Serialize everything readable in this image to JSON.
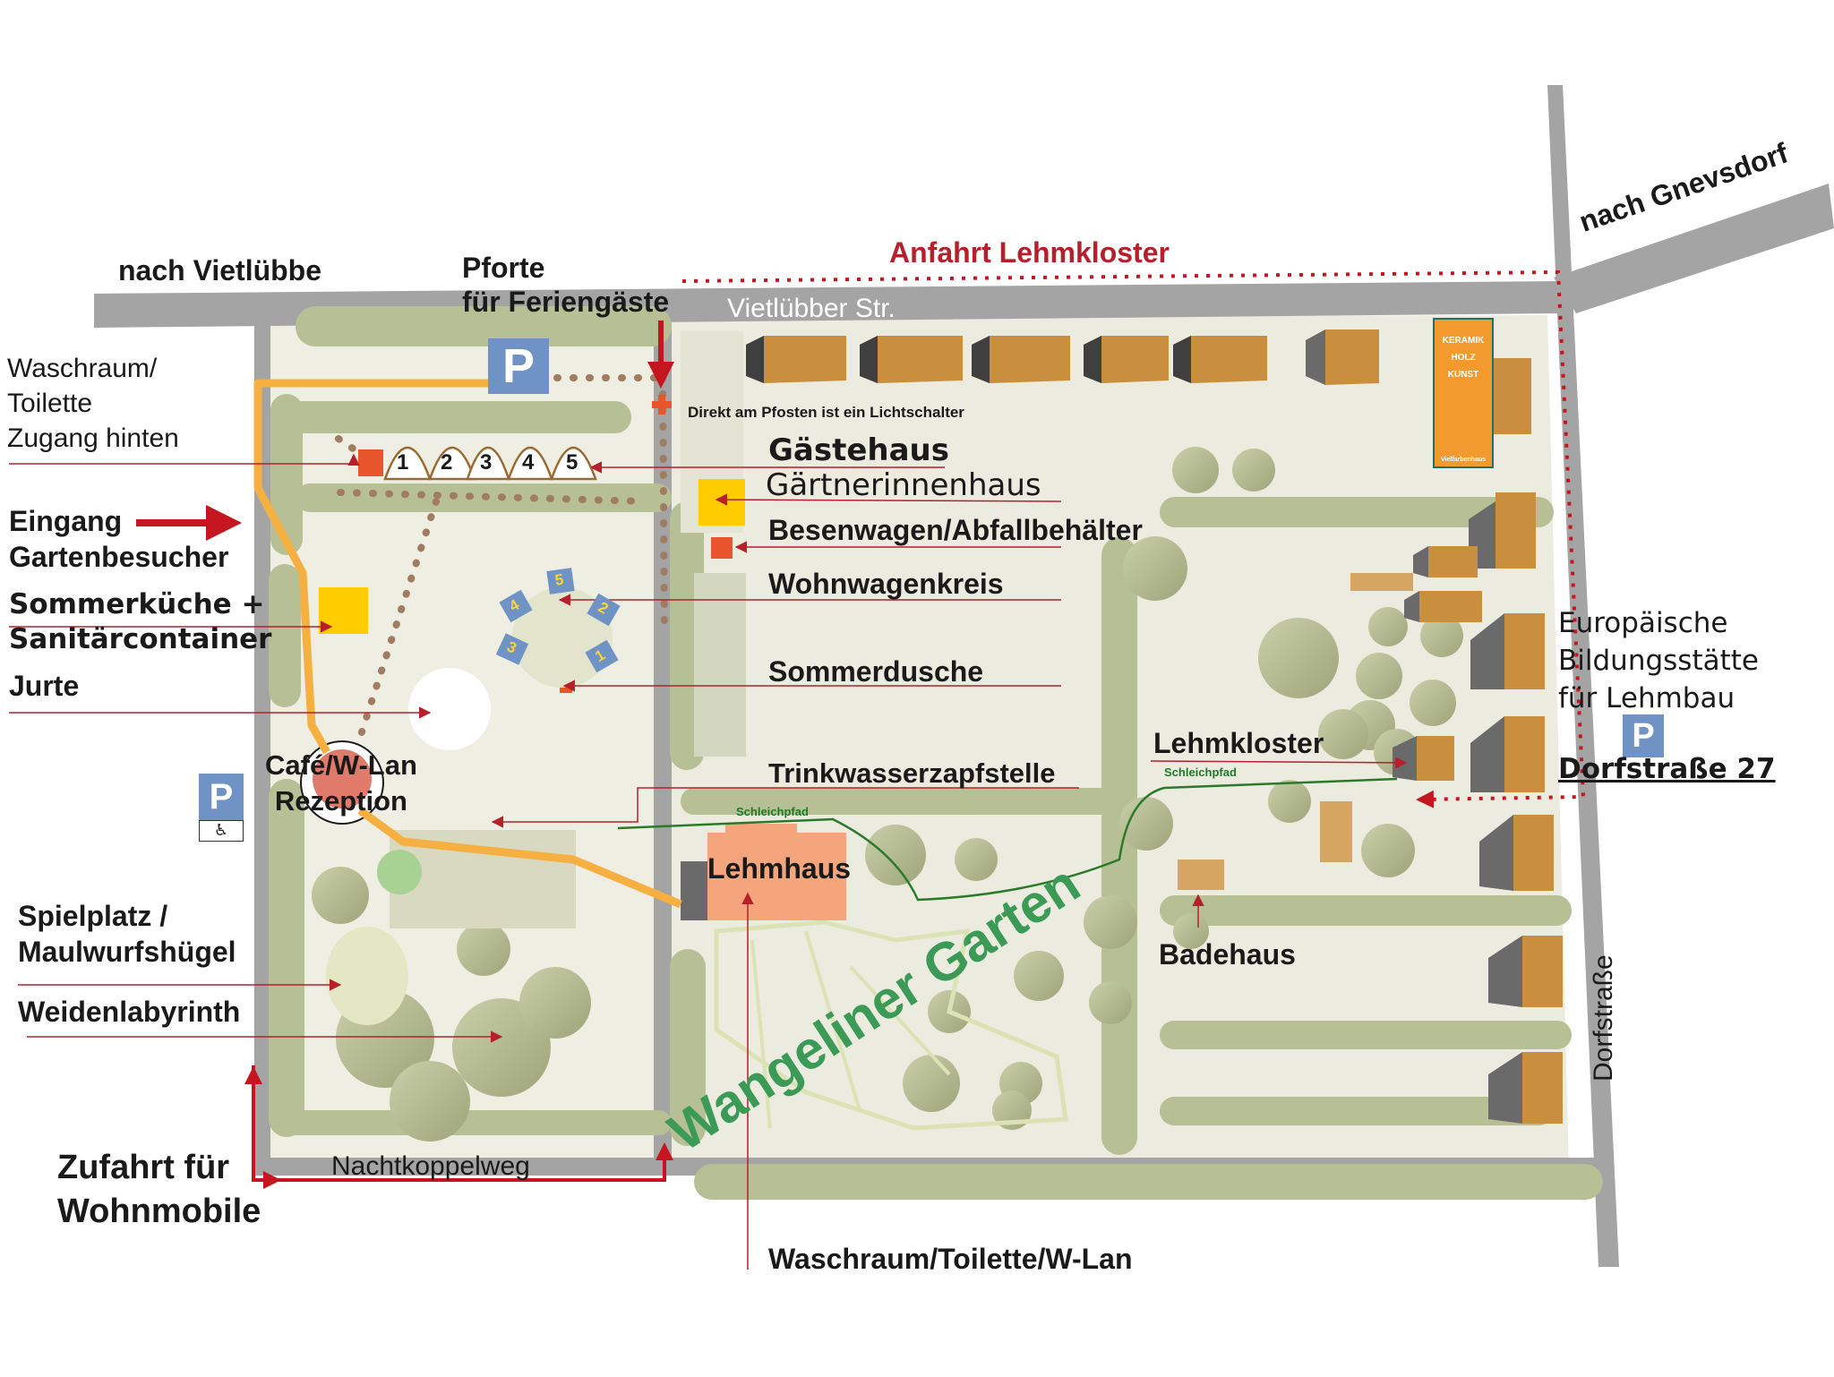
{
  "labels": {
    "nach_vietluebbe": "nach Vietlübbe",
    "pforte": "Pforte\nfür Feriengäste",
    "anfahrt": "Anfahrt Lehmkloster",
    "nach_gnevsdorf": "nach Gnevsdorf",
    "vietluebber_str": "Vietlübber Str.",
    "waschraum_hinten": "Waschraum/\nToilette\nZugang hinten",
    "lichtschalter": "Direkt am Pfosten ist ein Lichtschalter",
    "gaestehaus": "Gästehaus",
    "gaertnerinnenhaus": "Gärtnerinnenhaus",
    "eingang": "Eingang\nGartenbesucher",
    "besenwagen": "Besenwagen/Abfallbehälter",
    "wohnwagenkreis": "Wohnwagenkreis",
    "sommerkueche": "Sommerküche +\nSanitärcontainer",
    "jurte": "Jurte",
    "sommerdusche": "Sommerdusche",
    "europaeische": "Europäische\nBildungsstätte\nfür Lehmbau",
    "lehmkloster": "Lehmkloster",
    "cafe": "Café/W-Lan\nRezeption",
    "trinkwasser": "Trinkwasserzapfstelle",
    "dorfstrasse27": "Dorfstraße 27",
    "schleichpfad_1": "Schleichpfad",
    "schleichpfad_2": "Schleichpfad",
    "lehmhaus": "Lehmhaus",
    "wangeliner_garten": "Wangeliner Garten",
    "spielplatz": "Spielplatz /\nMaulwurfshügel",
    "badehaus": "Badehaus",
    "dorfstrasse": "Dorfstraße",
    "weidenlabyrinth": "Weidenlabyrinth",
    "zufahrt": "Zufahrt für\nWohnmobile",
    "nachtkoppelweg": "Nachtkoppelweg",
    "waschraum_lehmhaus": "Waschraum/Toilette/W-Lan"
  },
  "parking_letter": "P",
  "accessible_icon": "wheelchair-icon",
  "guest_house_numbers": [
    "1",
    "2",
    "3",
    "4",
    "5"
  ],
  "caravan_circle_numbers": [
    "1",
    "2",
    "3",
    "4",
    "5"
  ],
  "shop_sign": [
    "KERAMIK",
    "HOLZ",
    "KUNST",
    "Vielfarbenhaus"
  ],
  "colors": {
    "road": "#a4a4a4",
    "ground": "#ecebdf",
    "trees": "#b7bf94",
    "path": "#f5b041",
    "arrow": "#b5202a",
    "building_roof": "#c98f3e",
    "lehmhaus": "#f4a57c",
    "parking": "#6f93c4",
    "label_garden": "#3a9a56"
  }
}
